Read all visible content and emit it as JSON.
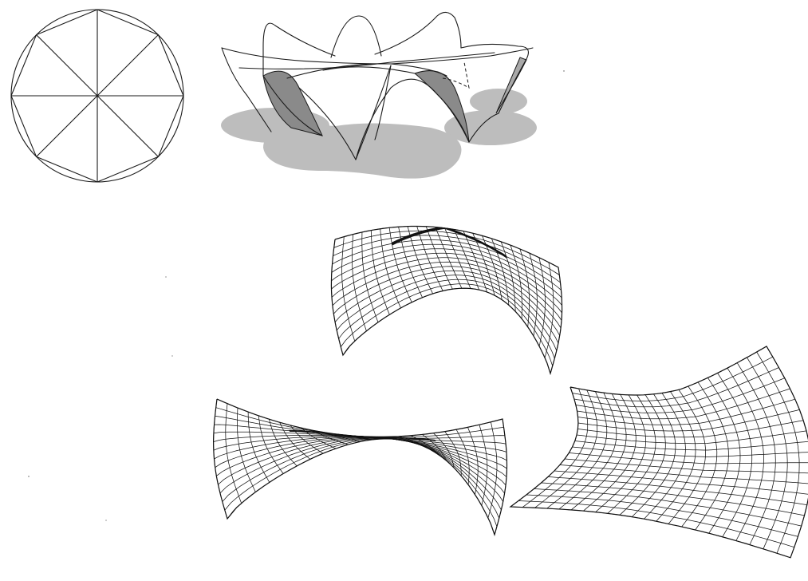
{
  "figure": {
    "panels": [
      {
        "id": "plan-octagon",
        "description_visible": false
      },
      {
        "id": "umbrella-shell-perspective",
        "description_visible": false
      },
      {
        "id": "mesh-saddle-arch-top",
        "description_visible": false
      },
      {
        "id": "mesh-saddle-arch-bottom-left",
        "description_visible": false
      },
      {
        "id": "mesh-saddle-bottom-right",
        "description_visible": false
      }
    ],
    "colors": {
      "line": "#1a1a1a",
      "shadow": "#bdbdbd",
      "dark_face": "#8a8a8a",
      "mid_face": "#a9a9a9",
      "background": "#ffffff"
    }
  }
}
